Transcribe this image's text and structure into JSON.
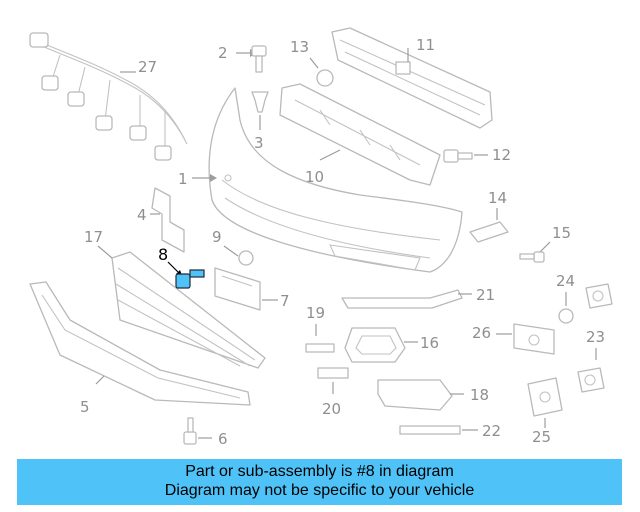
{
  "diagram": {
    "callouts": {
      "p1": "1",
      "p2": "2",
      "p3": "3",
      "p4": "4",
      "p5": "5",
      "p6": "6",
      "p7": "7",
      "p8": "8",
      "p9": "9",
      "p10": "10",
      "p11": "11",
      "p12": "12",
      "p13": "13",
      "p14": "14",
      "p15": "15",
      "p16": "16",
      "p17": "17",
      "p18": "18",
      "p19": "19",
      "p20": "20",
      "p21": "21",
      "p22": "22",
      "p23": "23",
      "p24": "24",
      "p25": "25",
      "p26": "26",
      "p27": "27"
    },
    "highlighted_part": "8",
    "highlight_color": "#4fc3f7",
    "line_color": "#b9b9b9",
    "callout_color": "#8f8f8f"
  },
  "banner": {
    "line1": "Part or sub-assembly is #8 in diagram",
    "line2": "Diagram may not be specific to your vehicle",
    "background": "#4fc3f7"
  }
}
